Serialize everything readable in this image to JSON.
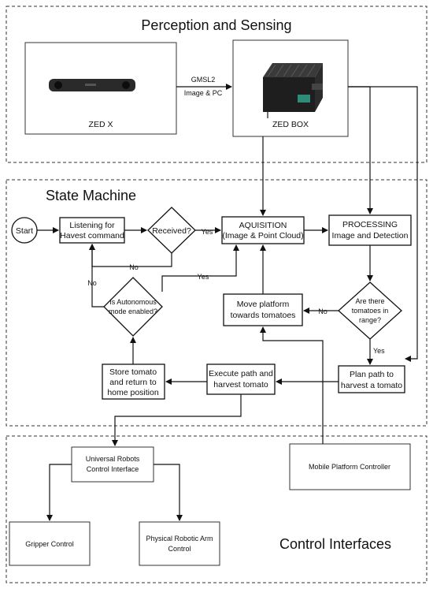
{
  "sections": {
    "perception": "Perception and Sensing",
    "state_machine": "State Machine",
    "control": "Control Interfaces"
  },
  "devices": {
    "zed_x": "ZED X",
    "zed_box": "ZED BOX",
    "link_top": "GMSL2",
    "link_bottom": "Image & PC"
  },
  "nodes": {
    "start": "Start",
    "listening": [
      "Listening for",
      "Havest command"
    ],
    "received": "Received?",
    "aquisition": [
      "AQUISITION",
      "(Image & Point Cloud)"
    ],
    "processing": [
      "PROCESSING",
      "Image and Detection"
    ],
    "tomatoes": [
      "Are there",
      "tomatoes in",
      "range?"
    ],
    "move": [
      "Move platform",
      "towards tomatoes"
    ],
    "autonomous": [
      "Is Autonomous",
      "mode enabled?"
    ],
    "plan": [
      "Plan path to",
      "harvest a tomato"
    ],
    "execute": [
      "Execute path and",
      "harvest tomato"
    ],
    "store": [
      "Store tomato",
      "and return to",
      "home position"
    ]
  },
  "edge_labels": {
    "received_yes": "Yes",
    "received_no": "No",
    "autonomous_no": "No",
    "autonomous_yes": "Yes",
    "tomatoes_no": "No",
    "tomatoes_yes": "Yes"
  },
  "control": {
    "ur": [
      "Universal Robots",
      "Control Interface"
    ],
    "mobile": "Mobile Platform Controller",
    "gripper": "Gripper Control",
    "arm": [
      "Physical Robotic Arm",
      "Control"
    ]
  },
  "colors": {
    "camera_body": "#2a2a2a",
    "box_body": "#1e1e1e",
    "connector": "#2e8b7a"
  }
}
